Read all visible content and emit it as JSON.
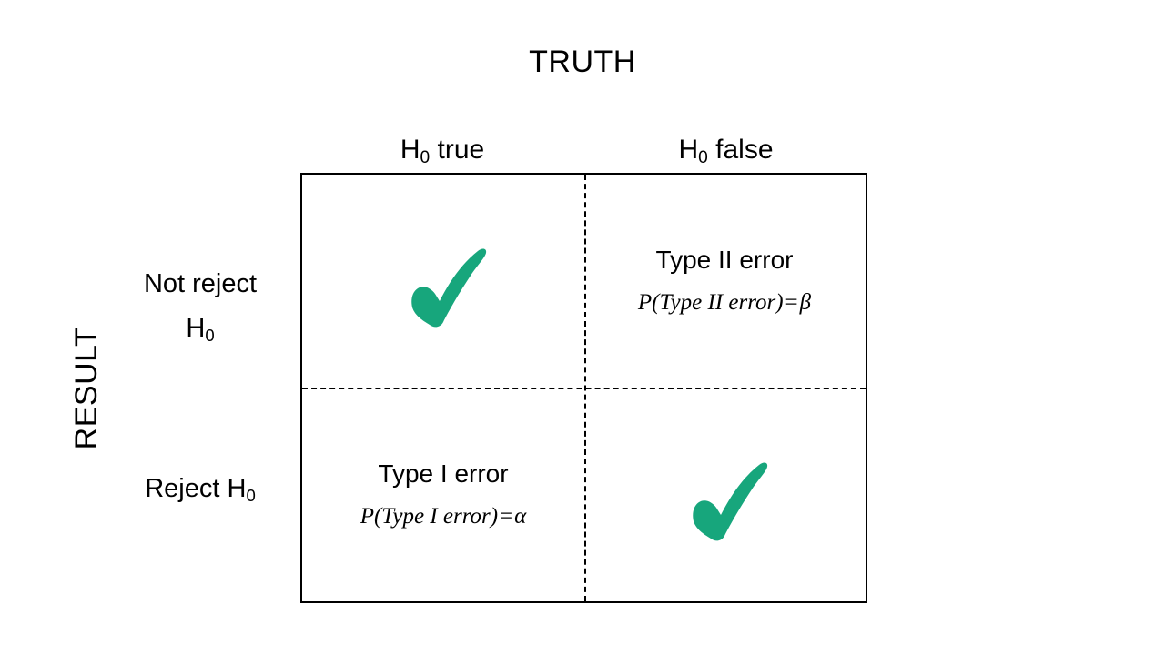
{
  "figure": {
    "title": "TRUTH",
    "axis_label_vertical": "RESULT",
    "background_color": "#ffffff",
    "line_color": "#000000",
    "check_color": "#17A67C"
  },
  "columns": [
    {
      "label_main": "H",
      "label_sub": "0",
      "label_rest": " true",
      "full": "H0 true"
    },
    {
      "label_main": "H",
      "label_sub": "0",
      "label_rest": " false",
      "full": "H0 false"
    }
  ],
  "rows": [
    {
      "line1": "Not reject",
      "line2_main": "H",
      "line2_sub": "0",
      "full": "Not reject H0"
    },
    {
      "line1": "Reject H",
      "line1_sub": "0",
      "line2": "",
      "full": "Reject H0"
    }
  ],
  "cells": [
    {
      "id": "cell-0-0",
      "row": "Not reject H0",
      "column": "H0 true",
      "kind": "correct",
      "icon": "check-icon",
      "title": "",
      "formula": ""
    },
    {
      "id": "cell-0-1",
      "row": "Not reject H0",
      "column": "H0 false",
      "kind": "error",
      "icon": "",
      "title": "Type II error",
      "formula_prefix": "P(Type II error)",
      "formula_operator": "=",
      "formula_symbol": "β"
    },
    {
      "id": "cell-1-0",
      "row": "Reject H0",
      "column": "H0 true",
      "kind": "error",
      "icon": "",
      "title": "Type I error",
      "formula_prefix": "P(Type I error)",
      "formula_operator": "=",
      "formula_symbol": "α"
    },
    {
      "id": "cell-1-1",
      "row": "Reject H0",
      "column": "H0 false",
      "kind": "correct",
      "icon": "check-icon",
      "title": "",
      "formula": ""
    }
  ]
}
